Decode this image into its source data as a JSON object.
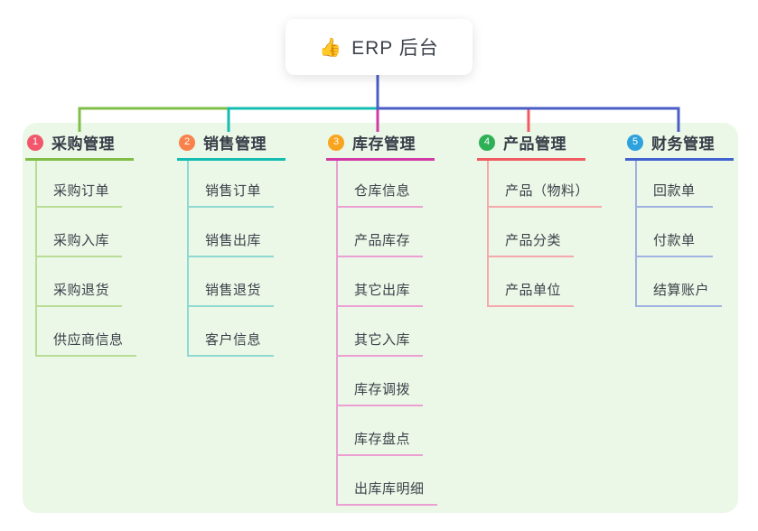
{
  "root": {
    "label": "ERP 后台",
    "icon": "thumbs-up-icon",
    "emoji": "👍"
  },
  "colors": {
    "panel_background": "#ebf7e7",
    "trunk_connector": "#4a5ec6",
    "branch1_line": "#7fbe47",
    "branch1_item_line": "#b9dd95",
    "branch1_badge": "#f2566c",
    "branch2_line": "#14bcb2",
    "branch2_item_line": "#8fd9d3",
    "branch2_badge": "#f9824c",
    "branch3_line": "#d23ba5",
    "branch3_item_line": "#eb9fd2",
    "branch3_badge": "#f9a41f",
    "branch4_line": "#f15a60",
    "branch4_item_line": "#f6a8ac",
    "branch4_badge": "#2eb156",
    "branch5_line": "#4163d0",
    "branch5_item_line": "#9fb2e2",
    "branch5_badge": "#2ea2dc"
  },
  "branches": [
    {
      "index": "1",
      "title": "采购管理",
      "items": [
        "采购订单",
        "采购入库",
        "采购退货",
        "供应商信息"
      ]
    },
    {
      "index": "2",
      "title": "销售管理",
      "items": [
        "销售订单",
        "销售出库",
        "销售退货",
        "客户信息"
      ]
    },
    {
      "index": "3",
      "title": "库存管理",
      "items": [
        "仓库信息",
        "产品库存",
        "其它出库",
        "其它入库",
        "库存调拨",
        "库存盘点",
        "出库库明细"
      ]
    },
    {
      "index": "4",
      "title": "产品管理",
      "items": [
        "产品（物料）",
        "产品分类",
        "产品单位"
      ]
    },
    {
      "index": "5",
      "title": "财务管理",
      "items": [
        "回款单",
        "付款单",
        "结算账户"
      ]
    }
  ]
}
